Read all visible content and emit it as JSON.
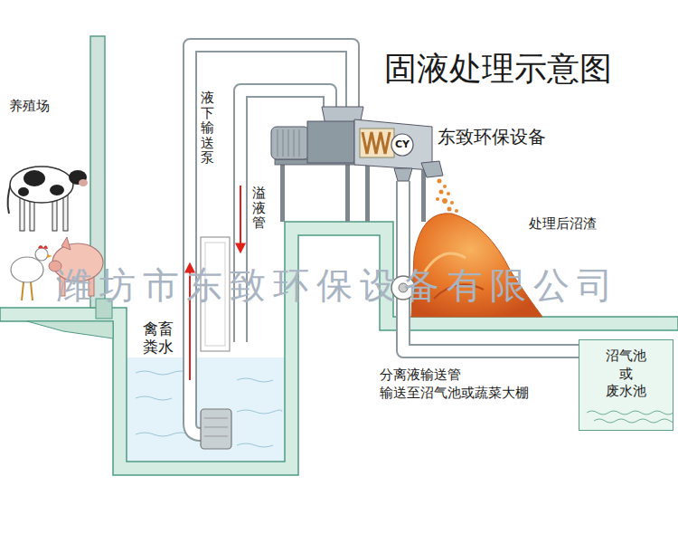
{
  "diagram": {
    "title": "固液处理示意图",
    "nodes": [
      {
        "text": [
          "禽畜粪水"
        ]
      },
      {
        "text": [
          "CY"
        ]
      },
      {
        "text": [
          "沼气池 或 废水池"
        ]
      }
    ],
    "edges": [
      {
        "from": 0,
        "to": 1,
        "arrow": "to",
        "label": "液下输送泵"
      },
      {
        "from": 1,
        "to": 2,
        "arrow": "none",
        "label": "分离液输送管 输送至沼气池或蔬菜大棚"
      },
      {
        "from": 1,
        "to": 0,
        "arrow": "to",
        "label": "溢液管"
      }
    ],
    "labels": [
      "养殖场",
      "东致环保设备",
      "处理后沼渣",
      "潍坊市东致环保设备有限公司"
    ]
  }
}
